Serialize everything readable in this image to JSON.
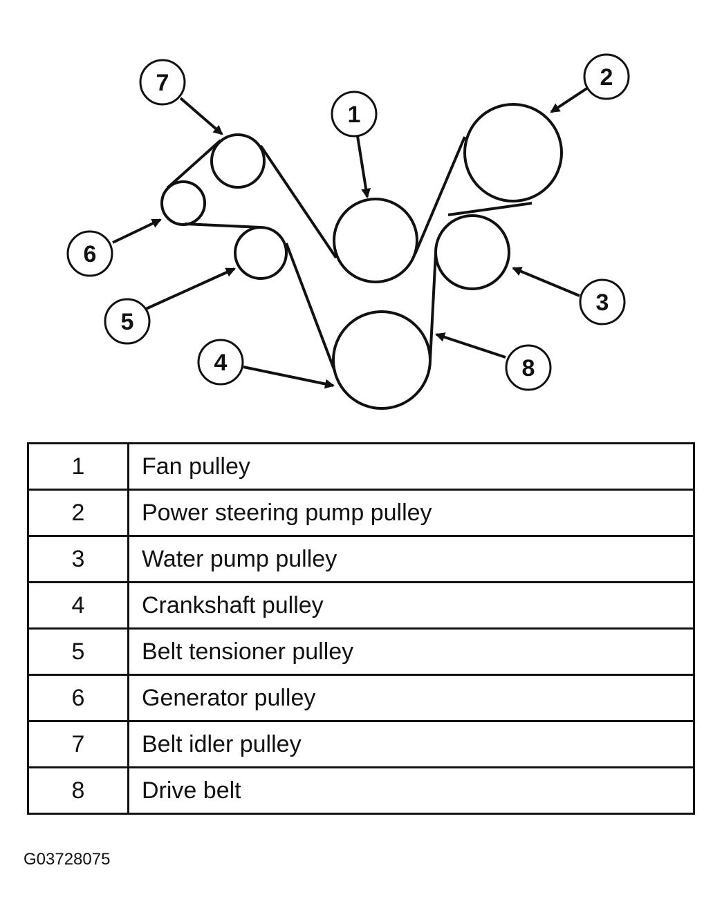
{
  "figure_id": "G03728075",
  "callouts": [
    "1",
    "2",
    "3",
    "4",
    "5",
    "6",
    "7",
    "8"
  ],
  "legend": [
    {
      "num": "1",
      "desc": "Fan pulley"
    },
    {
      "num": "2",
      "desc": "Power steering pump pulley"
    },
    {
      "num": "3",
      "desc": "Water pump pulley"
    },
    {
      "num": "4",
      "desc": "Crankshaft pulley"
    },
    {
      "num": "5",
      "desc": "Belt tensioner pulley"
    },
    {
      "num": "6",
      "desc": "Generator pulley"
    },
    {
      "num": "7",
      "desc": "Belt idler pulley"
    },
    {
      "num": "8",
      "desc": "Drive belt"
    }
  ]
}
